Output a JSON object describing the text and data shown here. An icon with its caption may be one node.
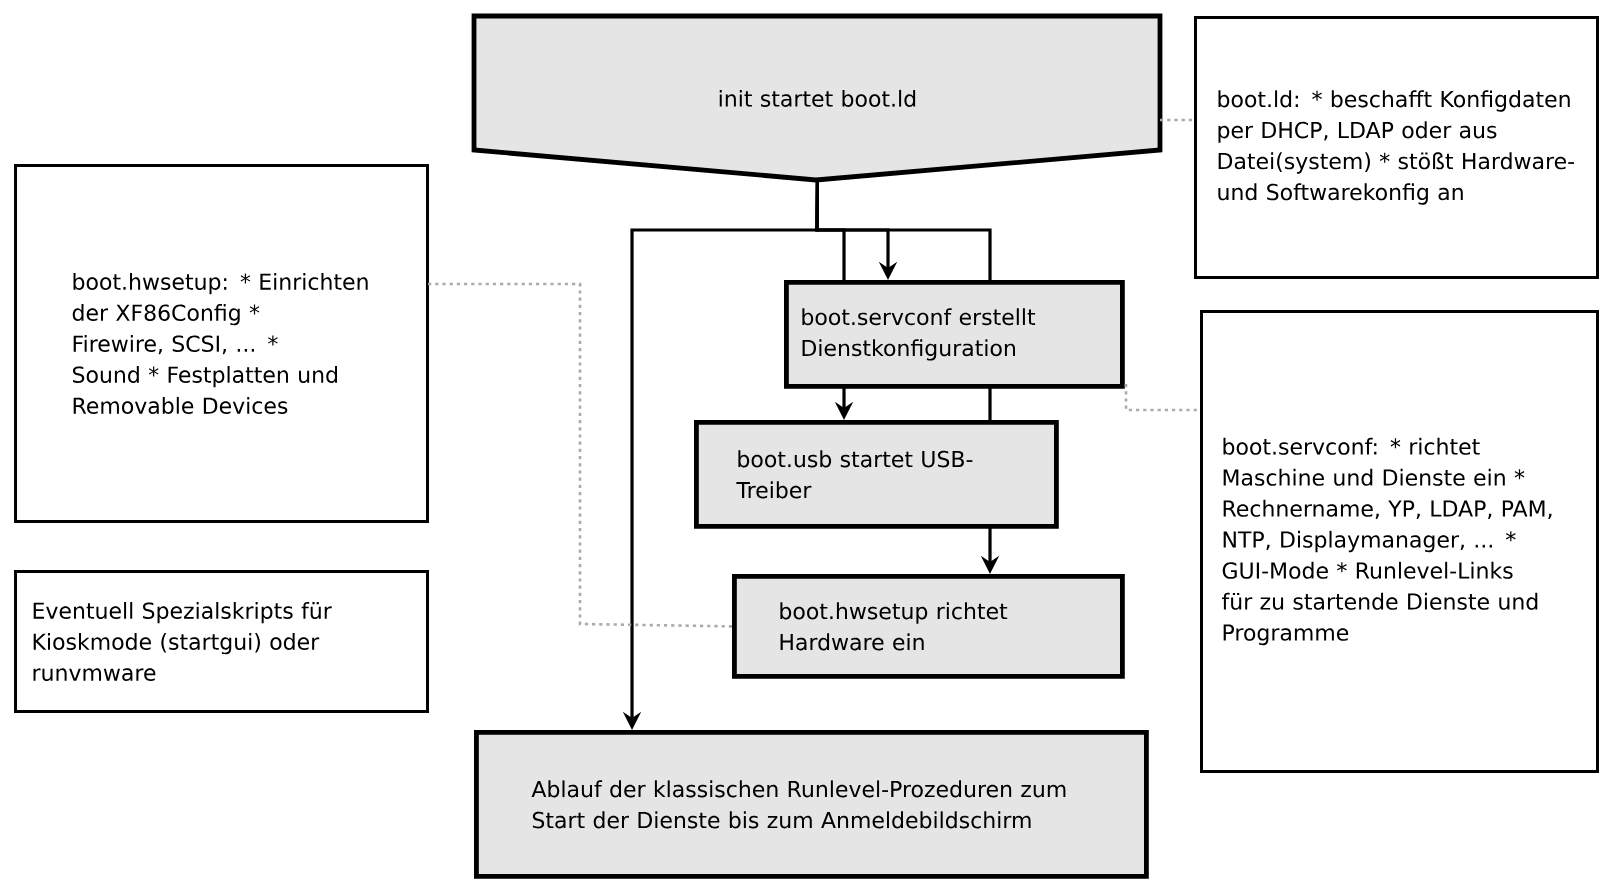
{
  "diagram": {
    "nodes": [
      {
        "text": [
          "init startet boot.ld"
        ]
      },
      {
        "text": [
          "boot.ld: * beschafft Konfigdaten per DHCP, LDAP oder aus Datei(system) * stößt Hardware- und Softwarekonfig an"
        ]
      },
      {
        "text": [
          "boot.hwsetup: * Einrichten der XF86Config * Firewire, SCSI, ... * Sound * Festplatten und Removable Devices"
        ]
      },
      {
        "text": [
          "boot.servconf erstellt Dienstkonfiguration"
        ]
      },
      {
        "text": [
          "boot.servconf: * richtet Maschine und Dienste ein * Rechnername, YP, LDAP, PAM, NTP, Displaymanager, ... * GUI-Mode * Runlevel-Links für zu startende Dienste und Programme"
        ]
      },
      {
        "text": [
          "boot.usb startet USB-Treiber"
        ]
      },
      {
        "text": [
          "Eventuell Spezialskripts für Kioskmode (startgui) oder runvmware"
        ]
      },
      {
        "text": [
          "boot.hwsetup richtet Hardware ein"
        ]
      },
      {
        "text": [
          "Ablauf der klassischen Runlevel-Prozeduren zum Start der Dienste bis zum Anmeldebildschirm"
        ]
      }
    ],
    "edges": [
      {
        "from": 0,
        "to": 3,
        "arrow": "to"
      },
      {
        "from": 0,
        "to": 8,
        "arrow": "to"
      },
      {
        "from": 3,
        "to": 5,
        "arrow": "to"
      },
      {
        "from": 5,
        "to": 7,
        "arrow": "to"
      },
      {
        "from": 0,
        "to": 1,
        "arrow": "none",
        "style": "dashed",
        "color": "#aaaaaa"
      },
      {
        "from": 3,
        "to": 4,
        "arrow": "none",
        "style": "dashed",
        "color": "#aaaaaa"
      },
      {
        "from": 7,
        "to": 2,
        "arrow": "none",
        "style": "dashed",
        "color": "#aaaaaa"
      },
      {
        "from": 0,
        "to": 3,
        "arrow": "none"
      },
      {
        "from": 0,
        "to": 3,
        "arrow": "none"
      },
      {
        "from": 3,
        "to": 5,
        "arrow": "none"
      }
    ]
  }
}
